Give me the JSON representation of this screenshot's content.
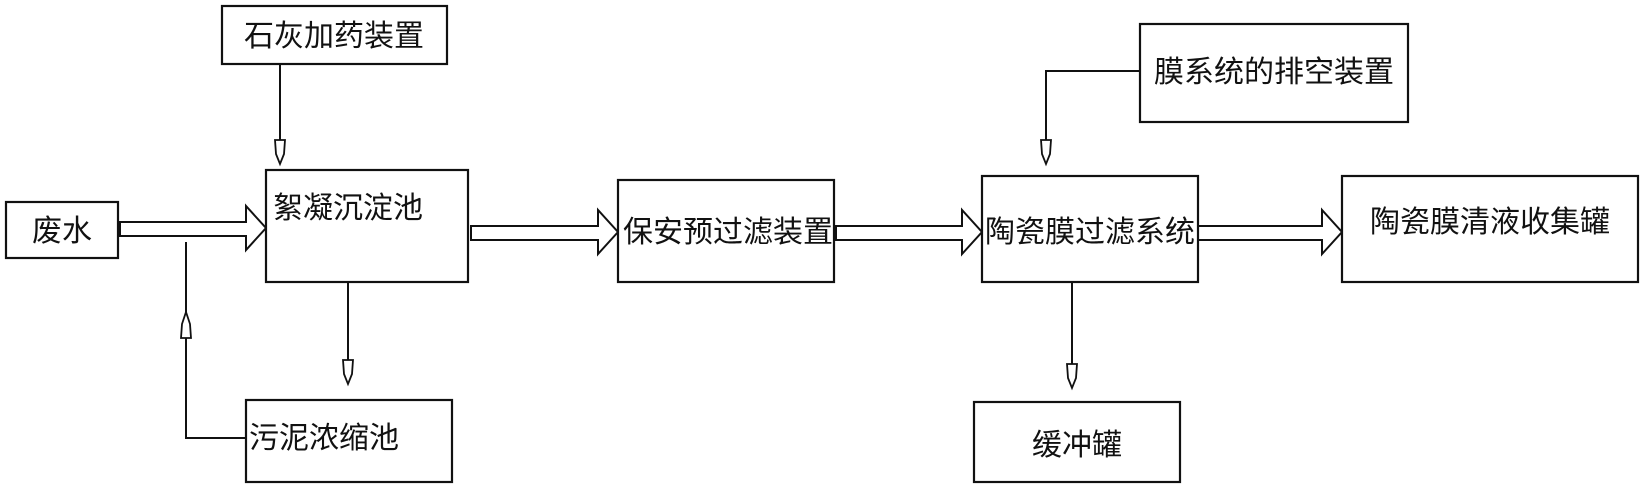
{
  "nodes": {
    "lime_dosing": "石灰加药装置",
    "wastewater": "废水",
    "flocculation_tank": "絮凝沉淀池",
    "sludge_thickener": "污泥浓缩池",
    "security_prefilter": "保安预过滤装置",
    "membrane_drain": "膜系统的排空装置",
    "ceramic_filtration": "陶瓷膜过滤系统",
    "buffer_tank": "缓冲罐",
    "clear_liquid_tank": "陶瓷膜清液收集罐"
  },
  "colors": {
    "stroke": "#111111",
    "background": "#ffffff"
  }
}
